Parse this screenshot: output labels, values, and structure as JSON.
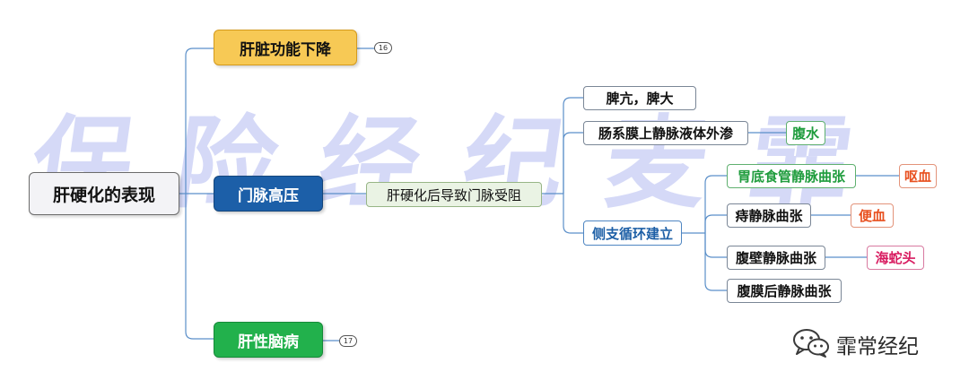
{
  "watermark": "保险经纪麦霏",
  "root": {
    "label": "肝硬化的表现"
  },
  "branches": [
    {
      "label": "肝脏功能下降",
      "badge": "16"
    },
    {
      "label": "门脉高压"
    },
    {
      "label": "肝性脑病",
      "badge": "17"
    }
  ],
  "portal": {
    "cause": "肝硬化后导致门脉受阻",
    "results": [
      {
        "label": "脾亢，脾大"
      },
      {
        "label": "肠系膜上静脉液体外渗",
        "outcome": "腹水"
      },
      {
        "label": "侧支循环建立",
        "children": [
          {
            "label": "胃底食管静脉曲张",
            "outcome": "呕血"
          },
          {
            "label": "痔静脉曲张",
            "outcome": "便血"
          },
          {
            "label": "腹壁静脉曲张",
            "outcome": "海蛇头"
          },
          {
            "label": "腹膜后静脉曲张"
          }
        ]
      }
    ]
  },
  "brand": {
    "name": "霏常经纪"
  },
  "colors": {
    "yellow": "#f7c955",
    "blue": "#1c5fa8",
    "green": "#22b14c",
    "orange": "#e8501f",
    "magenta": "#d81b60"
  }
}
